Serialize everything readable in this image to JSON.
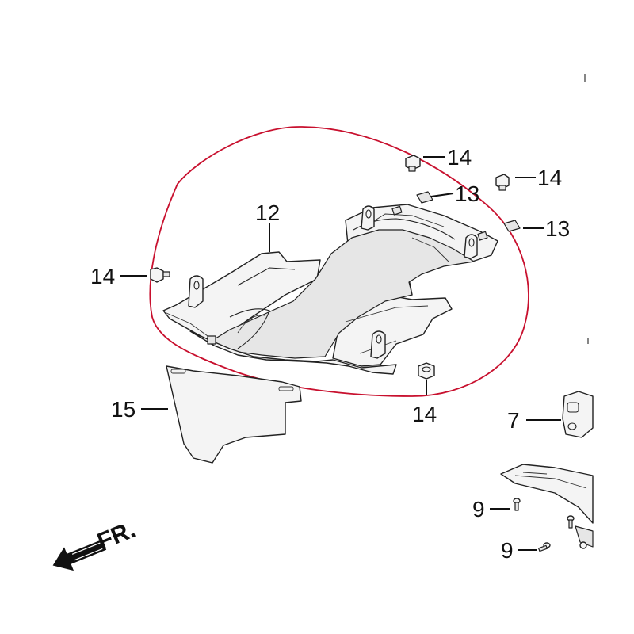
{
  "colors": {
    "highlight": "#c8102e",
    "ink": "#111111",
    "background": "#ffffff"
  },
  "callouts": {
    "c12": "12",
    "c13a": "13",
    "c13b": "13",
    "c14a": "14",
    "c14b": "14",
    "c14c": "14",
    "c14d": "14",
    "c15": "15",
    "c7": "7",
    "c9a": "9",
    "c9b": "9"
  },
  "direction": {
    "label": "FR.",
    "icon": "arrow-left-down-icon"
  }
}
